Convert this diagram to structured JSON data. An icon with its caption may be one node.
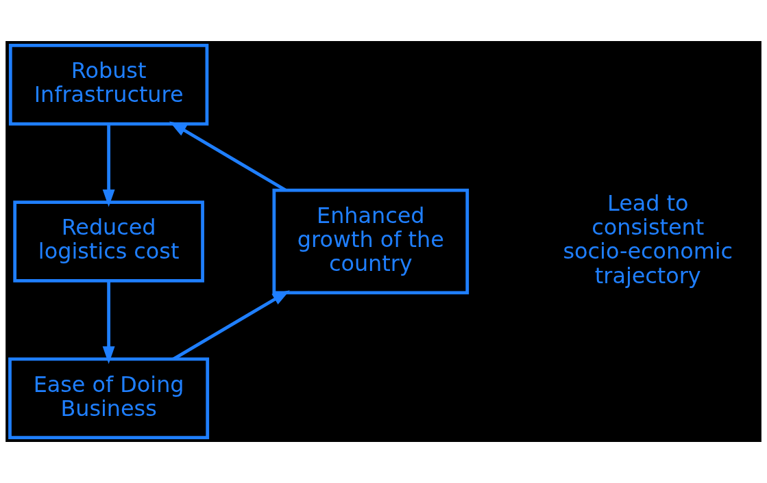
{
  "diagram": {
    "nodes": [
      {
        "text": [
          "Robust Infrastructure"
        ]
      },
      {
        "text": [
          "Reduced logistics cost"
        ]
      },
      {
        "text": [
          "Ease of Doing Business"
        ]
      },
      {
        "text": [
          "Enhanced growth of the country"
        ]
      }
    ],
    "edges": [
      {
        "from": 0,
        "to": 1,
        "arrow": "to"
      },
      {
        "from": 1,
        "to": 2,
        "arrow": "to"
      },
      {
        "from": 2,
        "to": 3,
        "arrow": "to"
      },
      {
        "from": 3,
        "to": 0,
        "arrow": "to"
      }
    ],
    "labels": [
      "Lead to consistent socio-economic trajectory"
    ]
  }
}
